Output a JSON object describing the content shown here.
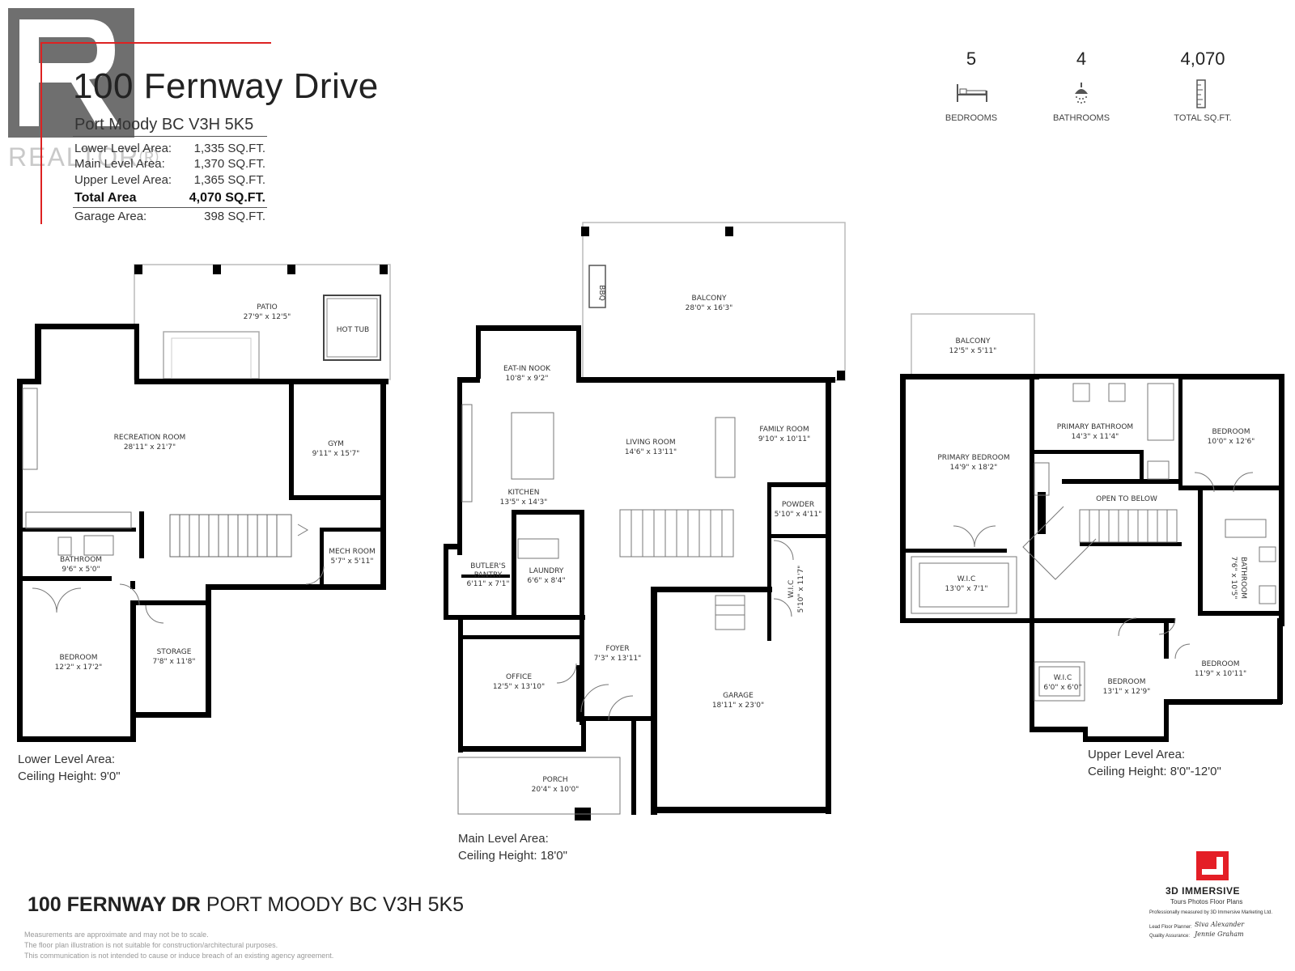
{
  "header": {
    "title": "100 Fernway Drive",
    "subtitle": "Port Moody BC V3H 5K5"
  },
  "areas": [
    {
      "label": "Lower Level Area:",
      "value": "1,335 SQ.FT."
    },
    {
      "label": "Main Level Area:",
      "value": "1,370 SQ.FT."
    },
    {
      "label": "Upper Level Area:",
      "value": "1,365 SQ.FT."
    },
    {
      "label": "Total Area",
      "value": "4,070 SQ.FT."
    },
    {
      "label": "Garage Area:",
      "value": "398 SQ.FT."
    }
  ],
  "stats": [
    {
      "value": "5",
      "label": "BEDROOMS",
      "icon": "bed-icon"
    },
    {
      "value": "4",
      "label": "BATHROOMS",
      "icon": "shower-icon"
    },
    {
      "value": "4,070",
      "label": "TOTAL SQ.FT.",
      "icon": "ruler-icon"
    }
  ],
  "watermark": {
    "text": "REALTOR®"
  },
  "lower": {
    "rooms": {
      "patio": [
        "PATIO",
        "27'9\" x 12'5\""
      ],
      "hot_tub": [
        "HOT TUB"
      ],
      "recreation": [
        "RECREATION ROOM",
        "28'11\" x 21'7\""
      ],
      "gym": [
        "GYM",
        "9'11\" x 15'7\""
      ],
      "bathroom": [
        "BATHROOM",
        "9'6\" x 5'0\""
      ],
      "mech": [
        "MECH ROOM",
        "5'7\" x 5'11\""
      ],
      "bedroom": [
        "BEDROOM",
        "12'2\" x 17'2\""
      ],
      "storage": [
        "STORAGE",
        "7'8\" x 11'8\""
      ]
    },
    "note": [
      "Lower Level Area:",
      "Ceiling Height: 9'0\""
    ]
  },
  "main": {
    "rooms": {
      "balcony": [
        "BALCONY",
        "28'0\" x 16'3\""
      ],
      "bbq": [
        "BBQ"
      ],
      "nook": [
        "EAT-IN NOOK",
        "10'8\" x 9'2\""
      ],
      "living": [
        "LIVING ROOM",
        "14'6\" x 13'11\""
      ],
      "family": [
        "FAMILY ROOM",
        "9'10\" x 10'11\""
      ],
      "kitchen": [
        "KITCHEN",
        "13'5\" x 14'3\""
      ],
      "powder": [
        "POWDER",
        "5'10\" x 4'11\""
      ],
      "butler": [
        "BUTLER'S",
        "PANTRY",
        "6'11\" x 7'1\""
      ],
      "laundry": [
        "LAUNDRY",
        "6'6\" x 8'4\""
      ],
      "wic": [
        "W.I.C",
        "5'10\" x 11'7\""
      ],
      "foyer": [
        "FOYER",
        "7'3\" x 13'11\""
      ],
      "office": [
        "OFFICE",
        "12'5\" x 13'10\""
      ],
      "garage": [
        "GARAGE",
        "18'11\" x 23'0\""
      ],
      "porch": [
        "PORCH",
        "20'4\" x 10'0\""
      ]
    },
    "note": [
      "Main Level Area:",
      "Ceiling Height: 18'0\""
    ]
  },
  "upper": {
    "rooms": {
      "balcony": [
        "BALCONY",
        "12'5\" x 5'11\""
      ],
      "primary_bath": [
        "PRIMARY BATHROOM",
        "14'3\" x 11'4\""
      ],
      "bedroom1": [
        "BEDROOM",
        "10'0\" x 12'6\""
      ],
      "primary_bed": [
        "PRIMARY BEDROOM",
        "14'9\" x 18'2\""
      ],
      "open": [
        "OPEN TO BELOW"
      ],
      "wic1": [
        "W.I.C",
        "13'0\" x 7'1\""
      ],
      "bathroom": [
        "BATHROOM",
        "7'6\" x 10'5\""
      ],
      "bedroom2": [
        "BEDROOM",
        "11'9\" x 10'11\""
      ],
      "wic2": [
        "W.I.C",
        "6'0\" x 6'0\""
      ],
      "bedroom3": [
        "BEDROOM",
        "13'1\" x 12'9\""
      ]
    },
    "note": [
      "Upper Level Area:",
      "Ceiling Height: 8'0\"-12'0\""
    ]
  },
  "footer": {
    "address_bold": "100 FERNWAY DR",
    "address_rest": " PORT MOODY BC V3H 5K5",
    "disclaimer": [
      "Measurements are approximate and may not be to scale.",
      "The floor plan illustration is not suitable for construction/architectural purposes.",
      "This communication is not intended to cause or induce breach of an existing agency agreement."
    ]
  },
  "brand": {
    "name": "3D IMMERSIVE",
    "tagline": "Tours  Photos  Floor Plans",
    "measured": "Professionally measured by 3D Immersive Marketing Ltd.",
    "planner_label": "Lead Floor Planner:",
    "qa_label": "Quality Assurance:",
    "planner_sig": "Siva Alexander",
    "qa_sig": "Jennie Graham",
    "accent": "#e41e26"
  }
}
